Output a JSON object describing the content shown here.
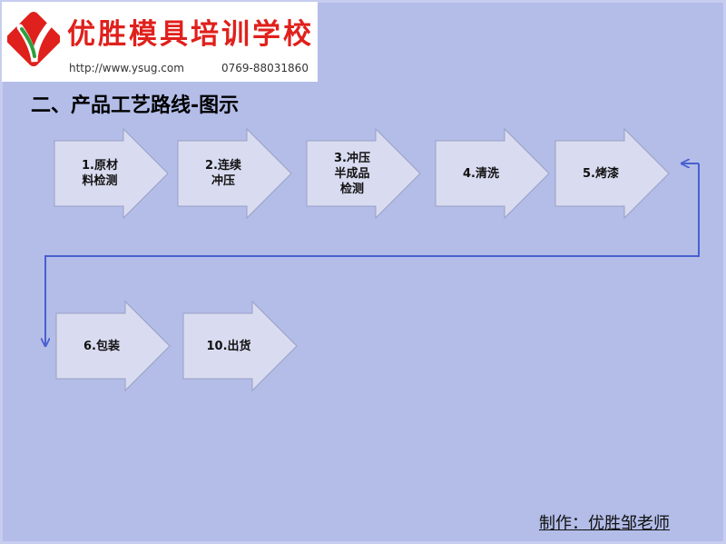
{
  "logo": {
    "name": "优胜模具培训学校",
    "url": "http://www.ysug.com",
    "phone": "0769-88031860",
    "emblem_letter": "Y",
    "colors": {
      "red": "#e0201c",
      "green": "#2e9e3e"
    }
  },
  "title": "二、产品工艺路线-图示",
  "steps": [
    {
      "label": "1.原材\n料检测"
    },
    {
      "label": "2.连续\n冲压"
    },
    {
      "label": "3.冲压\n半成品\n检测"
    },
    {
      "label": "4.清洗"
    },
    {
      "label": "5.烤漆"
    },
    {
      "label": "6.包装"
    },
    {
      "label": "10.出货"
    }
  ],
  "footer": "制作：优胜邹老师",
  "colors": {
    "background": "#b3bde8",
    "arrow_fill": "#d9dcf0",
    "arrow_stroke": "#9aa0c4",
    "connector": "#4a5fcf"
  }
}
